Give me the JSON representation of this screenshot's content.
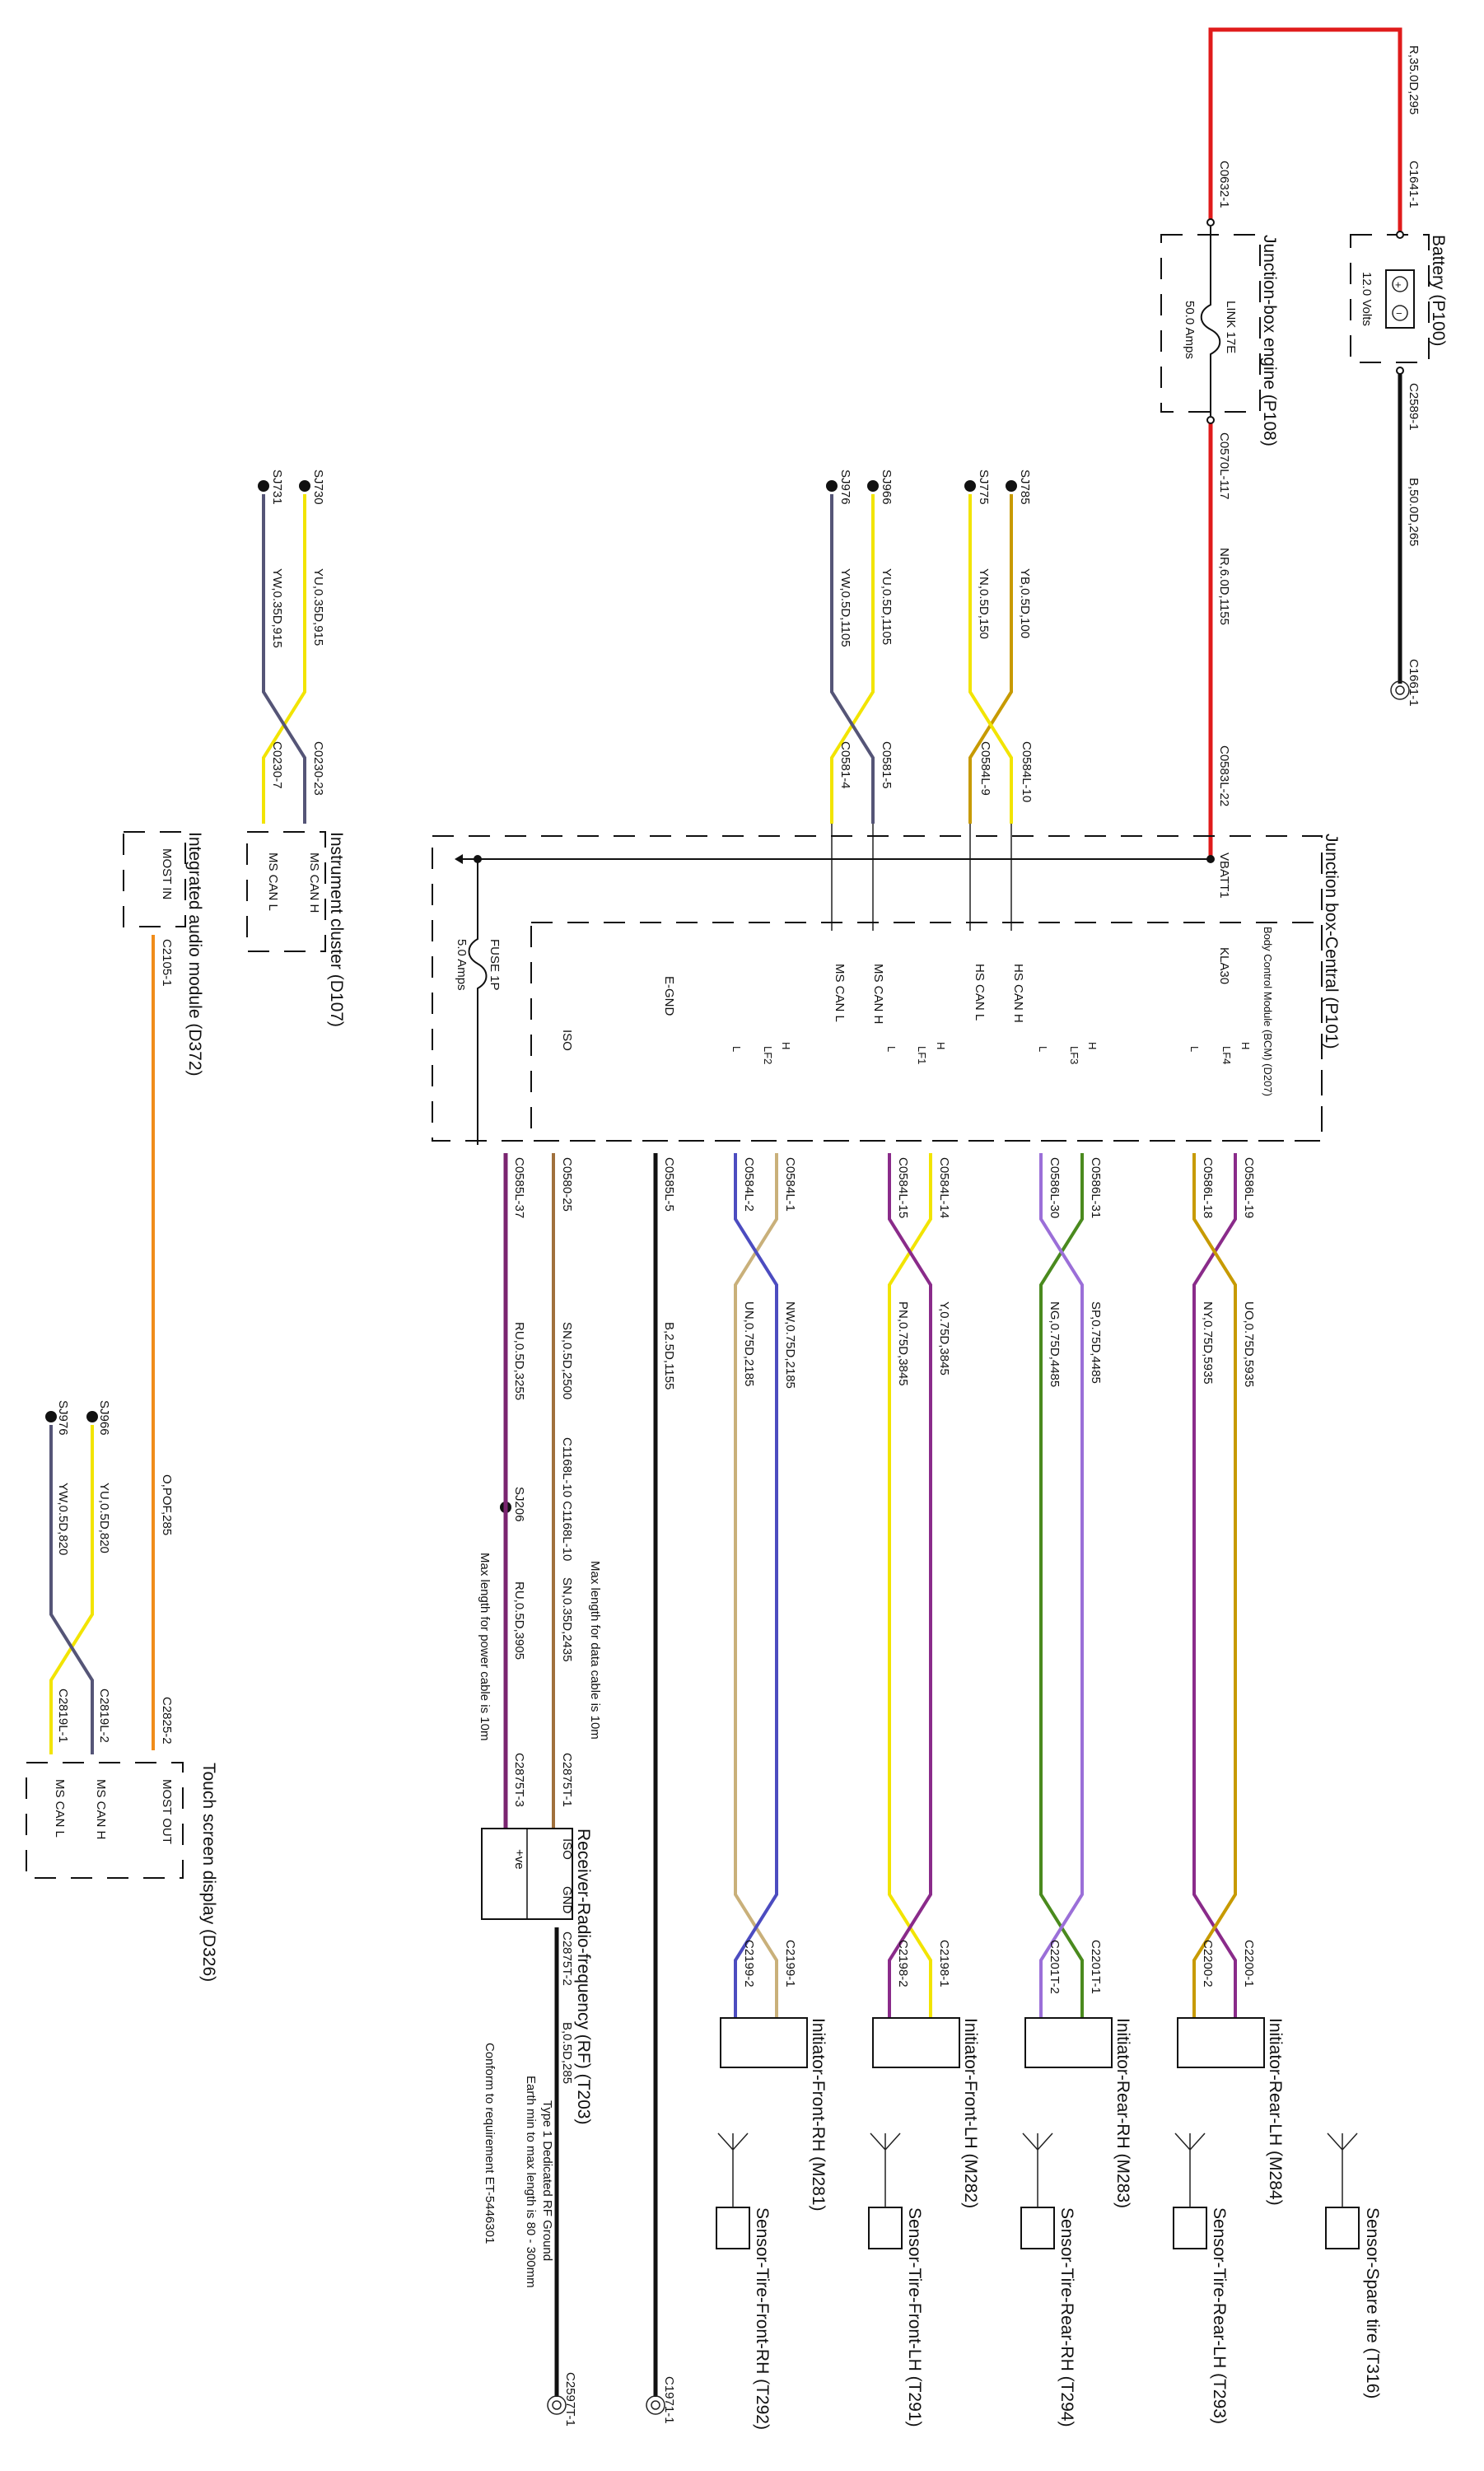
{
  "colors": {
    "red": "#e01b1b",
    "black": "#111111",
    "yellow": "#f2e400",
    "gold": "#c79a00",
    "blue": "#4c4cc0",
    "purple": "#8a2b8a",
    "violet": "#9b6fd8",
    "green": "#4a8a1e",
    "brown": "#a0703c",
    "tan": "#c9b07a",
    "orange": "#f08c1a",
    "gray": "#555577"
  },
  "components": {
    "battery": "Battery (P100)",
    "battery_volts": "12.0 Volts",
    "jb_engine": "Junction-box engine (P108)",
    "link": "LINK 17E",
    "link_amps": "50.0 Amps",
    "jb_central": "Junction box-Central (P101)",
    "bcm": "Body Control Module (BCM) (D207)",
    "fuse": "FUSE 1P",
    "fuse_amps": "5.0 Amps",
    "instrument_cluster": "Instrument cluster (D107)",
    "audio_module": "Integrated audio module (D372)",
    "touch_screen": "Touch screen display (D326)",
    "receiver": "Receiver-Radio-frequency (RF) (T203)",
    "init_rear_lh": "Initiator-Rear-LH (M284)",
    "init_rear_rh": "Initiator-Rear-RH (M283)",
    "init_front_lh": "Initiator-Front-LH (M282)",
    "init_front_rh": "Initiator-Front-RH (M281)",
    "sensor_spare": "Sensor-Spare tire (T316)",
    "sensor_rear_lh": "Sensor-Tire-Rear-LH (T293)",
    "sensor_rear_rh": "Sensor-Tire-Rear-RH (T294)",
    "sensor_front_lh": "Sensor-Tire-Front-LH (T291)",
    "sensor_front_rh": "Sensor-Tire-Front-RH (T292)"
  },
  "pins": {
    "vbatt": "VBATT1",
    "kl30": "KLA30",
    "hs_can_h": "HS CAN H",
    "hs_can_l": "HS CAN L",
    "ms_can_h": "MS CAN H",
    "ms_can_l": "MS CAN L",
    "egnd": "E-GND",
    "iso": "ISO",
    "gnd": "GND",
    "pve": "+ve",
    "h": "H",
    "l": "L",
    "lf4": "LF4",
    "lf3": "LF3",
    "lf1": "LF1",
    "lf2": "LF2",
    "most_in": "MOST IN",
    "most_out": "MOST OUT"
  },
  "connectors": {
    "c1641": "C1641-1",
    "c2589": "C2589-1",
    "c1661": "C1661-1",
    "c0632": "C0632-1",
    "c0570": "C0570L-117",
    "c0583": "C0583L-22",
    "c0584_10": "C0584L-10",
    "c0584_9": "C0584L-9",
    "c0581_5": "C0581-5",
    "c0581_4": "C0581-4",
    "c0230_23": "C0230-23",
    "c0230_7": "C0230-7",
    "c2105": "C2105-1",
    "c0586_19": "C0586L-19",
    "c0586_18": "C0586L-18",
    "c0586_31": "C0586L-31",
    "c0586_30": "C0586L-30",
    "c0584_14": "C0584L-14",
    "c0584_15": "C0584L-15",
    "c0584_1": "C0584L-1",
    "c0584_2": "C0584L-2",
    "c0585_5": "C0585L-5",
    "c0580_25": "C0580-25",
    "c0585_37": "C0585L-37",
    "c2200_1": "C2200-1",
    "c2200_2": "C2200-2",
    "c2201_1": "C2201T-1",
    "c2201_2": "C2201T-2",
    "c2198_1": "C2198-1",
    "c2198_2": "C2198-2",
    "c2199_1": "C2199-1",
    "c2199_2": "C2199-2",
    "c2875_1": "C2875T-1",
    "c2875_2": "C2875T-2",
    "c2875_3": "C2875T-3",
    "c1168": "C1168L-10 C1168L-10",
    "c2825": "C2825-2",
    "c2819_2": "C2819L-2",
    "c2819_1": "C2819L-1",
    "c1971": "C1971-1",
    "c2597": "C2597T-1"
  },
  "splices": {
    "sj785": "SJ785",
    "sj775": "SJ775",
    "sj966a": "SJ966",
    "sj976a": "SJ976",
    "sj730": "SJ730",
    "sj731": "SJ731",
    "sj206": "SJ206",
    "sj966b": "SJ966",
    "sj976b": "SJ976"
  },
  "wires": {
    "w_batt_red": "R,35.0D,295",
    "w_batt_black": "B,50.0D,265",
    "w_nr": "NR,6.0D,1155",
    "w_yb": "YB,0.5D,100",
    "w_yn": "YN,0.5D,150",
    "w_yu_1105": "YU,0.5D,1105",
    "w_yw_1105": "YW,0.5D,1105",
    "w_yu_915": "YU,0.35D,915",
    "w_yw_915": "YW,0.35D,915",
    "w_uo": "UO,0.75D,5935",
    "w_ny": "NY,0.75D,5935",
    "w_sp": "SP,0.75D,4485",
    "w_ng": "NG,0.75D,4485",
    "w_y": "Y,0.75D,3845",
    "w_pn": "PN,0.75D,3845",
    "w_nw": "NW,0.75D,2185",
    "w_un": "UN,0.75D,2185",
    "w_b": "B,2.5D,1155",
    "w_sn_2500": "SN,0.5D,2500",
    "w_ru_3255": "RU,0.5D,3255",
    "w_sn_2435": "SN,0.35D,2435",
    "w_ru_3905": "RU,0.5D,3905",
    "w_o": "O,POF,285",
    "w_yu_820": "YU,0.5D,820",
    "w_yw_820": "YW,0.5D,820",
    "w_b_285": "B,0.5D,285"
  },
  "notes": {
    "data_len": "Max length for data cable is 10m",
    "power_len": "Max length for power cable is 10m",
    "rf_ground_1": "Type 1 Dedicated RF Ground",
    "rf_ground_2": "Earth min to max length is 80 - 300mm",
    "rf_ground_3": "Conform to requirement ET-5446301"
  }
}
